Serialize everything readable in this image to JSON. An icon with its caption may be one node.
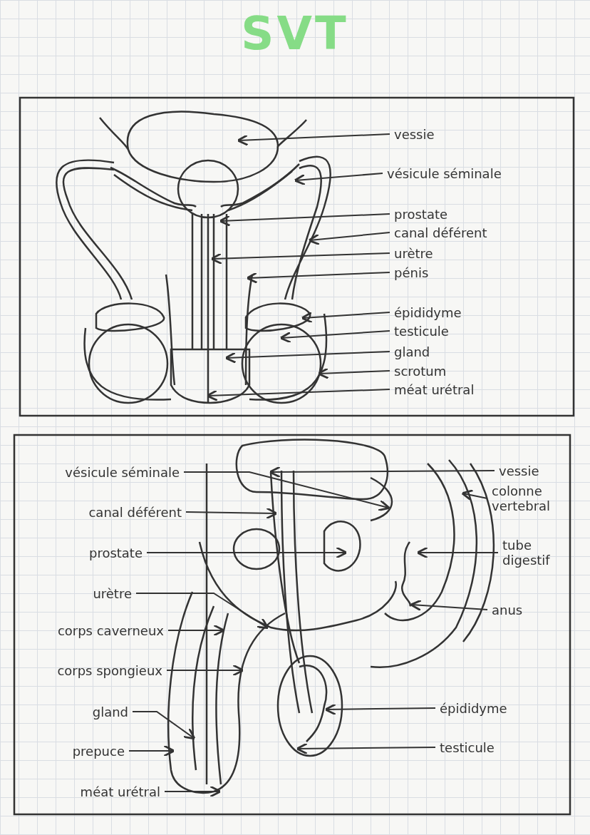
{
  "diagram": {
    "title": "SVT",
    "nodes": [
      {
        "text": [
          "vessie"
        ]
      },
      {
        "text": [
          "vésicule séminale"
        ]
      },
      {
        "text": [
          "prostate"
        ]
      },
      {
        "text": [
          "canal déférent"
        ]
      },
      {
        "text": [
          "urètre"
        ]
      },
      {
        "text": [
          "pénis"
        ]
      },
      {
        "text": [
          "épididyme"
        ]
      },
      {
        "text": [
          "testicule"
        ]
      },
      {
        "text": [
          "gland"
        ]
      },
      {
        "text": [
          "scrotum"
        ]
      },
      {
        "text": [
          "méat urétral"
        ]
      },
      {
        "text": [
          "vésicule séminale"
        ]
      },
      {
        "text": [
          "vessie"
        ]
      },
      {
        "text": [
          "colonne vertebral"
        ]
      },
      {
        "text": [
          "canal déférent"
        ]
      },
      {
        "text": [
          "prostate"
        ]
      },
      {
        "text": [
          "tube digestif"
        ]
      },
      {
        "text": [
          "urètre"
        ]
      },
      {
        "text": [
          "anus"
        ]
      },
      {
        "text": [
          "corps caverneux"
        ]
      },
      {
        "text": [
          "corps spongieux"
        ]
      },
      {
        "text": [
          "gland"
        ]
      },
      {
        "text": [
          "épididyme"
        ]
      },
      {
        "text": [
          "prepuce"
        ]
      },
      {
        "text": [
          "testicule"
        ]
      },
      {
        "text": [
          "méat urétral"
        ]
      }
    ],
    "edges": [
      {
        "from": 0,
        "to": null,
        "arrow": "to"
      },
      {
        "from": 1,
        "to": null,
        "arrow": "to"
      },
      {
        "from": 2,
        "to": null,
        "arrow": "to"
      },
      {
        "from": 3,
        "to": null,
        "arrow": "to"
      },
      {
        "from": 4,
        "to": null,
        "arrow": "to"
      },
      {
        "from": 5,
        "to": null,
        "arrow": "to"
      },
      {
        "from": 6,
        "to": null,
        "arrow": "to"
      },
      {
        "from": 7,
        "to": null,
        "arrow": "to"
      },
      {
        "from": 8,
        "to": null,
        "arrow": "to"
      },
      {
        "from": 9,
        "to": null,
        "arrow": "to"
      },
      {
        "from": 10,
        "to": null,
        "arrow": "to"
      },
      {
        "from": 11,
        "to": null,
        "arrow": "to"
      },
      {
        "from": 12,
        "to": null,
        "arrow": "to"
      },
      {
        "from": 13,
        "to": null,
        "arrow": "to"
      },
      {
        "from": 14,
        "to": null,
        "arrow": "to"
      },
      {
        "from": 15,
        "to": null,
        "arrow": "to"
      },
      {
        "from": 16,
        "to": null,
        "arrow": "to"
      },
      {
        "from": 17,
        "to": null,
        "arrow": "to"
      },
      {
        "from": 18,
        "to": null,
        "arrow": "to"
      },
      {
        "from": 19,
        "to": null,
        "arrow": "to"
      },
      {
        "from": 20,
        "to": null,
        "arrow": "to"
      },
      {
        "from": 21,
        "to": null,
        "arrow": "to"
      },
      {
        "from": 22,
        "to": null,
        "arrow": "to"
      },
      {
        "from": 23,
        "to": null,
        "arrow": "to"
      },
      {
        "from": 24,
        "to": null,
        "arrow": "to"
      },
      {
        "from": 25,
        "to": null,
        "arrow": "to"
      }
    ]
  }
}
